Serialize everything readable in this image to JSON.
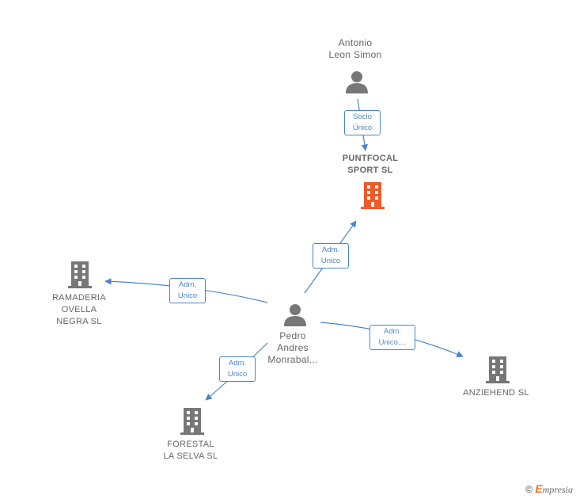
{
  "colors": {
    "edge": "#4a86c8",
    "node_company": "#777777",
    "node_company_focus": "#f05a28",
    "node_person": "#777777"
  },
  "nodes": {
    "antonio": {
      "label": "Antonio\nLeon Simon",
      "icon": "person-icon"
    },
    "puntfocal": {
      "label": "PUNTFOCAL\nSPORT  SL",
      "icon": "building-icon"
    },
    "ramaderia": {
      "label": "RAMADERIA\nOVELLA\nNEGRA  SL",
      "icon": "building-icon"
    },
    "pedro": {
      "label": "Pedro\nAndres\nMonrabal...",
      "icon": "person-icon"
    },
    "anziehend": {
      "label": "ANZIEHEND SL",
      "icon": "building-icon"
    },
    "forestal": {
      "label": "FORESTAL\nLA SELVA  SL",
      "icon": "building-icon"
    }
  },
  "edges": {
    "antonio_puntfocal": "Socio\nÚnico",
    "pedro_puntfocal": "Adm.\nUnico",
    "pedro_ramaderia": "Adm.\nUnico",
    "pedro_anziehend": "Adm.\nUnico,...",
    "pedro_forestal": "Adm.\nUnico"
  },
  "footer": {
    "copyright": "©",
    "brand_initial": "E",
    "brand_rest": "mpresia"
  }
}
